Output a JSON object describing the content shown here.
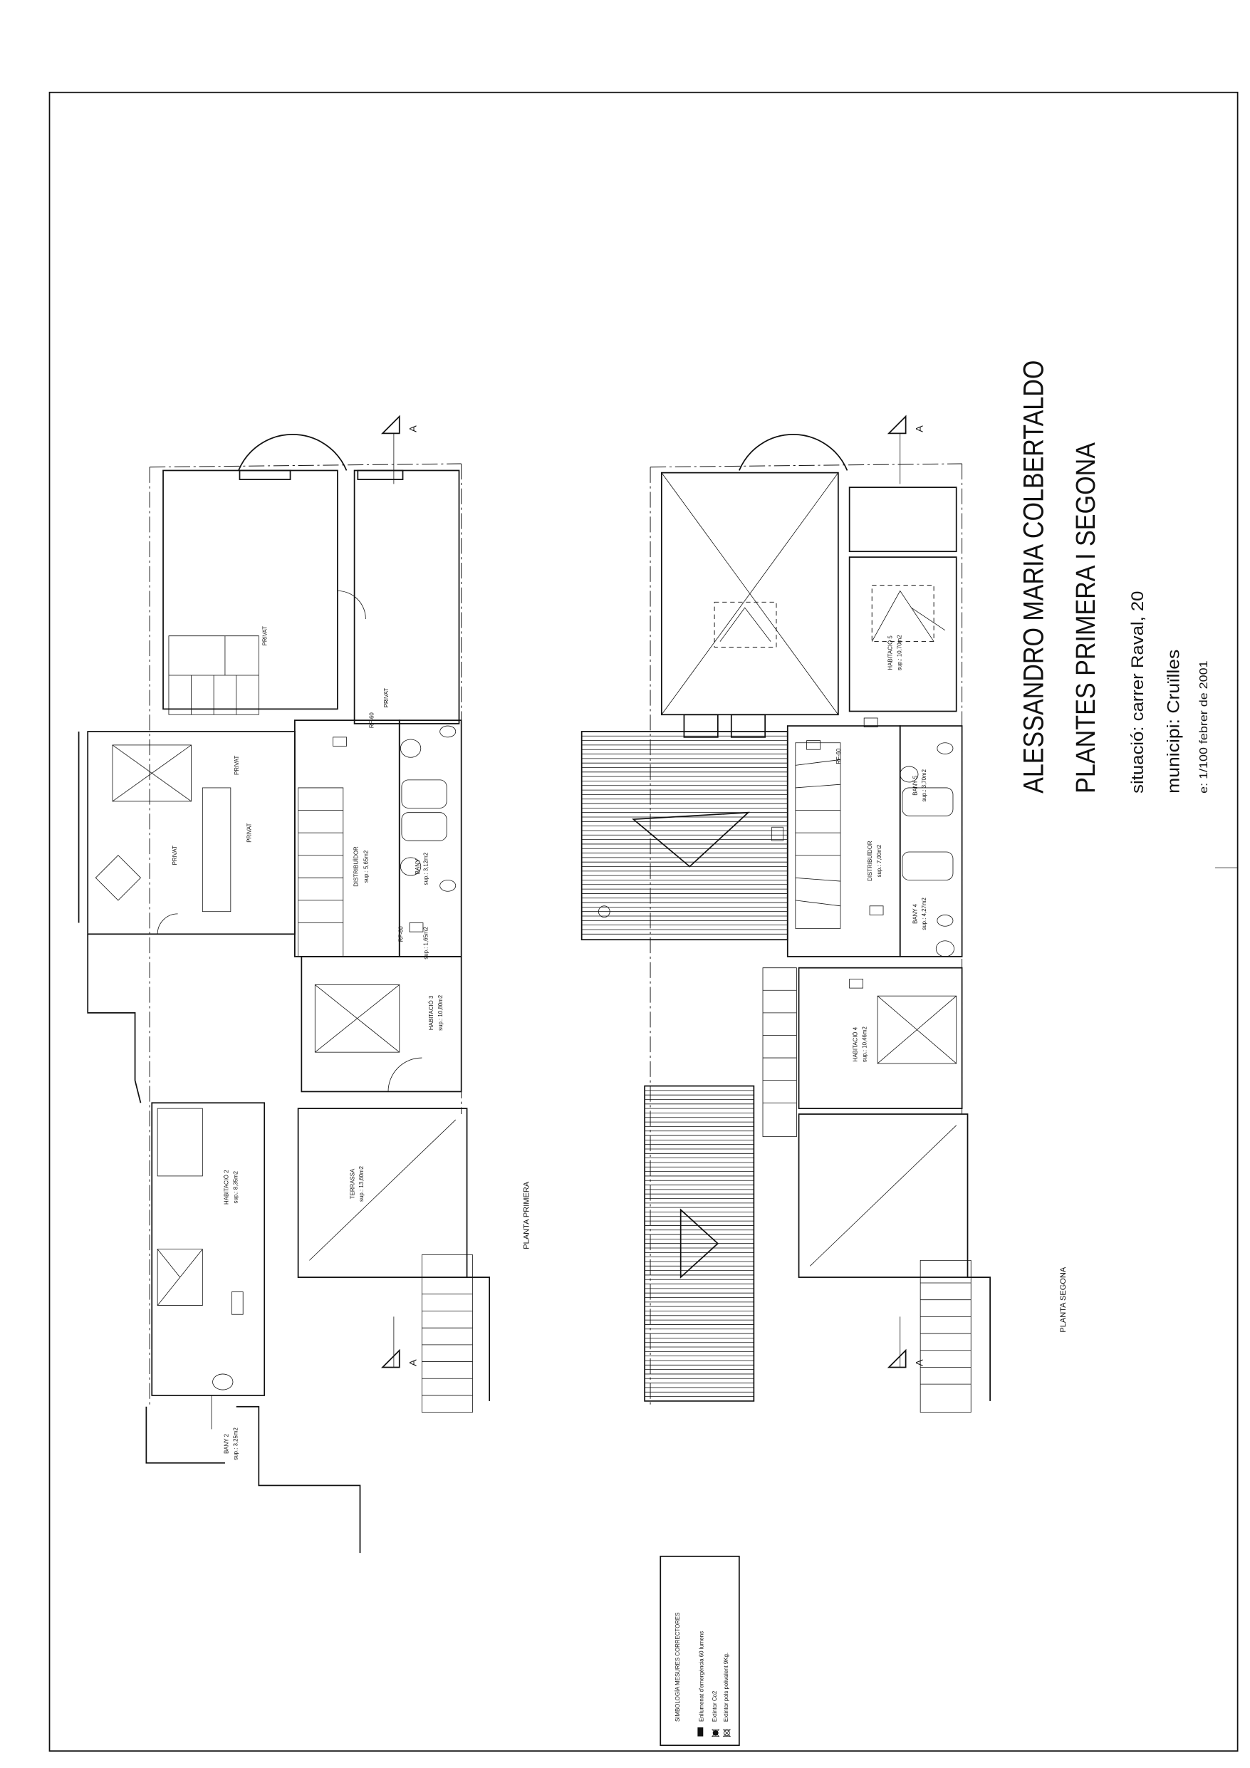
{
  "title_block": {
    "author": "ALESSANDRO MARIA COLBERTALDO",
    "drawing_title": "PLANTES PRIMERA I SEGONA",
    "location": "situació: carrer Raval, 20",
    "municipality": "municipi: Cruïlles",
    "scale_date": "e: 1/100  febrer de 2001"
  },
  "section_marker": "A",
  "planta_primera": {
    "title": "PLANTA PRIMERA",
    "rooms": {
      "privat_top": "PRIVAT",
      "privat_corridor": "PRIVAT",
      "privat_mid1": "PRIVAT",
      "privat_mid2": "PRIVAT",
      "privat_bed": "PRIVAT",
      "rf60_a": "RF-60",
      "rf60_b": "RF-60",
      "distribuidor": "DISTRIBUÏDOR",
      "distribuidor_sup": "sup.: 5,65m2",
      "bany": "BANY",
      "bany_sup": "sup.: 3,12m2",
      "small_sup": "sup.: 1,65m2",
      "habitacio3": "HABITACIÓ 3",
      "habitacio3_sup": "sup.: 10,80m2",
      "terrassa": "TERRASSA",
      "terrassa_sup": "sup.: 13,60m2",
      "habitacio2": "HABITACIÓ 2",
      "habitacio2_sup": "sup.: 8,35m2",
      "bany2": "BANY 2",
      "bany2_sup": "sup.: 3,25m2"
    }
  },
  "planta_segona": {
    "title": "PLANTA SEGONA",
    "rooms": {
      "habitacio5": "HABITACIÓ 5",
      "habitacio5_sup": "sup.: 10,70m2",
      "rf60": "RF-60",
      "distribuidor": "DISTRIBUÏDOR",
      "distribuidor_sup": "sup.: 7,00m2",
      "bany5": "BANY 5",
      "bany5_sup": "sup.: 3,70m2",
      "bany4": "BANY 4",
      "bany4_sup": "sup.: 4,27m2",
      "habitacio4": "HABITACIÓ 4",
      "habitacio4_sup": "sup.: 10,46m2"
    }
  },
  "legend": {
    "title": "SIMBOLOGÍA MESURES CORRECTORES",
    "items": [
      {
        "icon": "emergency-light-icon",
        "label": "Enllumenat d'emergència 60 lumens"
      },
      {
        "icon": "co2-extinguisher-icon",
        "label": "Extintor Co2"
      },
      {
        "icon": "powder-extinguisher-icon",
        "label": "Extintor pols polivalent 9Kg."
      }
    ]
  }
}
